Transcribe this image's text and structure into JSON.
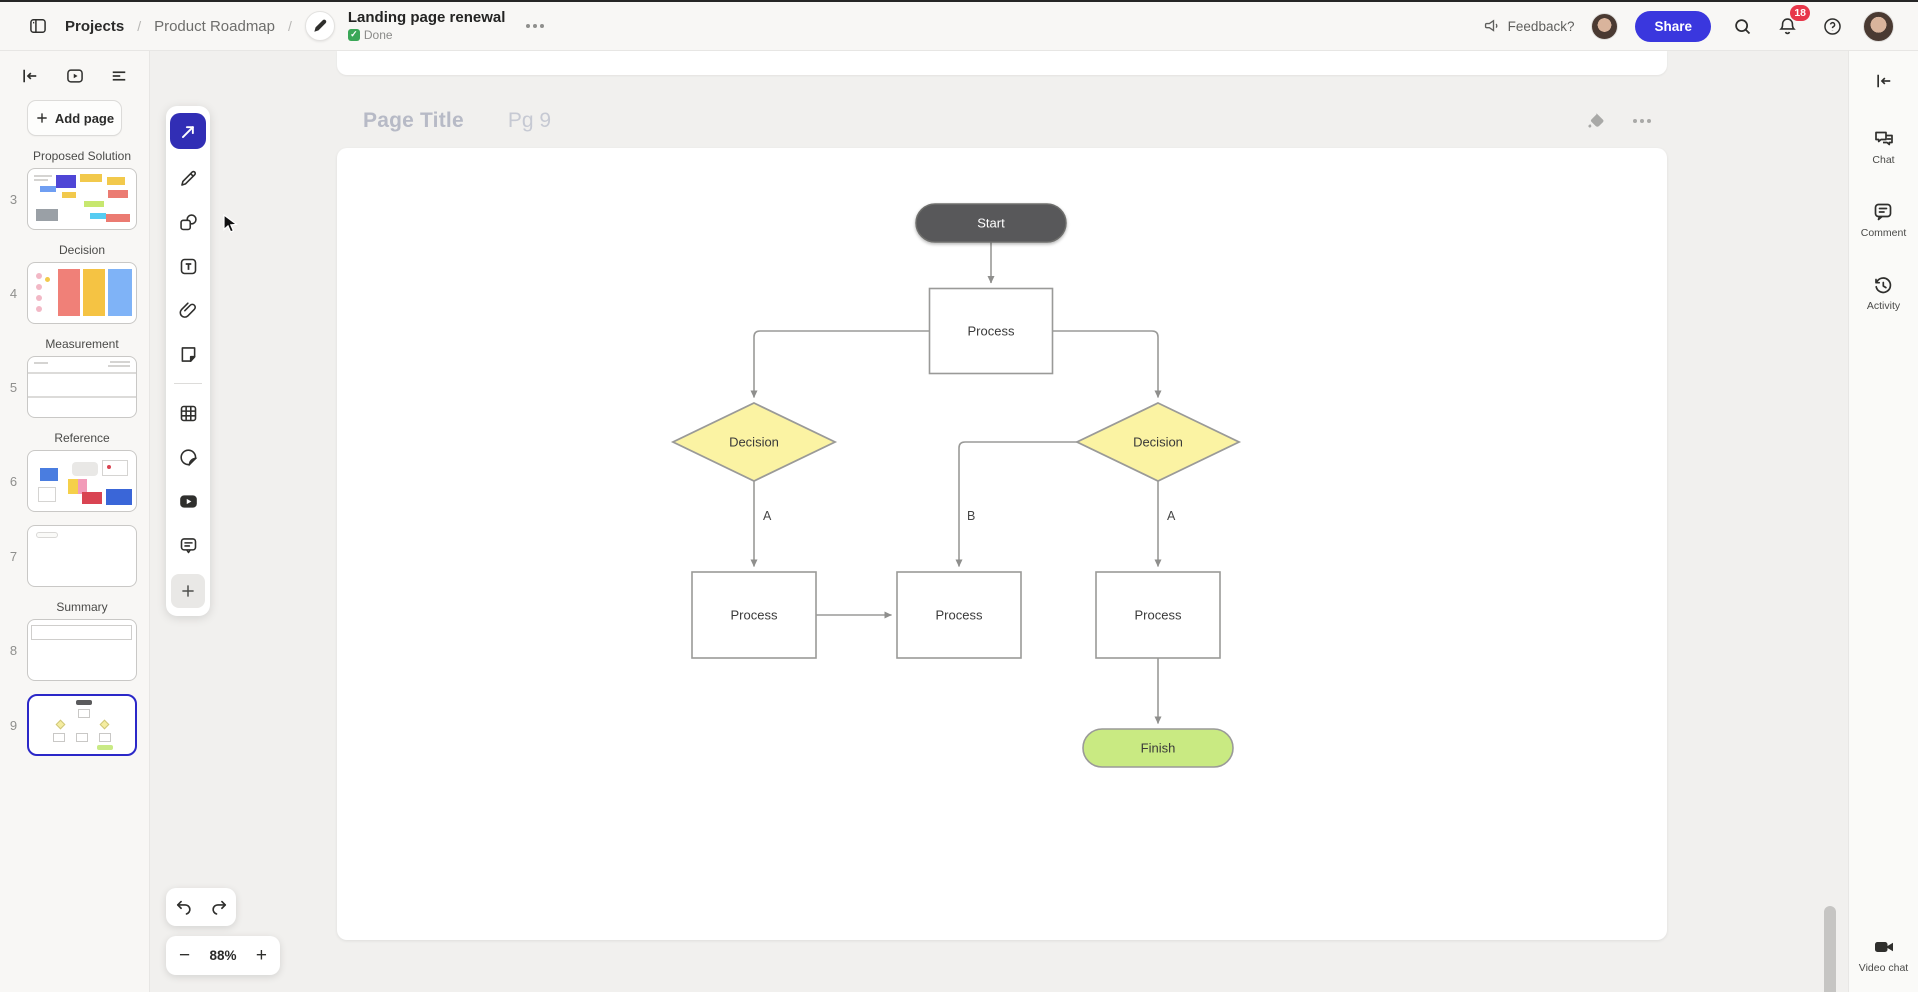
{
  "topbar": {
    "breadcrumb": {
      "root": "Projects",
      "separator": "/",
      "parent": "Product Roadmap"
    },
    "doc": {
      "title": "Landing page renewal",
      "status_label": "Done",
      "status_check": "✓"
    },
    "feedback_label": "Feedback?",
    "share_label": "Share",
    "notification_count": "18"
  },
  "left_sidebar": {
    "add_page_label": "Add page",
    "pages": [
      {
        "number": "3",
        "label": "Proposed Solution"
      },
      {
        "number": "4",
        "label": "Decision"
      },
      {
        "number": "5",
        "label": "Measurement"
      },
      {
        "number": "6",
        "label": "Reference"
      },
      {
        "number": "7",
        "label": ""
      },
      {
        "number": "8",
        "label": "Summary"
      },
      {
        "number": "9",
        "label": ""
      }
    ],
    "selected_page": "9"
  },
  "toolbar": {
    "tools": [
      "select",
      "draw",
      "shapes",
      "text",
      "attachment",
      "sticky-note",
      "table",
      "sticker",
      "video",
      "comment",
      "more"
    ],
    "selected_tool": "select"
  },
  "canvas": {
    "page_title": "Page Title",
    "page_indicator": "Pg 9",
    "zoom_level": "88%"
  },
  "flowchart": {
    "type": "flowchart",
    "nodes": [
      {
        "id": "start",
        "type": "terminator",
        "label": "Start",
        "fill": "#58595a"
      },
      {
        "id": "p1",
        "type": "process",
        "label": "Process",
        "fill": "#ffffff"
      },
      {
        "id": "d1",
        "type": "decision",
        "label": "Decision",
        "fill": "#fbf3a3"
      },
      {
        "id": "d2",
        "type": "decision",
        "label": "Decision",
        "fill": "#fbf3a3"
      },
      {
        "id": "p2",
        "type": "process",
        "label": "Process",
        "fill": "#ffffff"
      },
      {
        "id": "p3",
        "type": "process",
        "label": "Process",
        "fill": "#ffffff"
      },
      {
        "id": "p4",
        "type": "process",
        "label": "Process",
        "fill": "#ffffff"
      },
      {
        "id": "finish",
        "type": "terminator",
        "label": "Finish",
        "fill": "#c9ea82"
      }
    ],
    "edges": [
      {
        "from": "start",
        "to": "p1",
        "label": ""
      },
      {
        "from": "p1",
        "to": "d1",
        "label": ""
      },
      {
        "from": "p1",
        "to": "d2",
        "label": ""
      },
      {
        "from": "d1",
        "to": "p2",
        "label": "A"
      },
      {
        "from": "d2",
        "to": "p3",
        "label": "B"
      },
      {
        "from": "d2",
        "to": "p4",
        "label": "A"
      },
      {
        "from": "p2",
        "to": "p3",
        "label": ""
      },
      {
        "from": "p4",
        "to": "finish",
        "label": ""
      }
    ],
    "colors": {
      "stroke": "#9a9a98",
      "decision_fill": "#fbf3a3",
      "start_fill": "#58595a",
      "finish_fill": "#c9ea82"
    }
  },
  "right_sidebar": {
    "items": [
      {
        "label": "Chat"
      },
      {
        "label": "Comment"
      },
      {
        "label": "Activity"
      }
    ],
    "video_chat_label": "Video chat"
  }
}
